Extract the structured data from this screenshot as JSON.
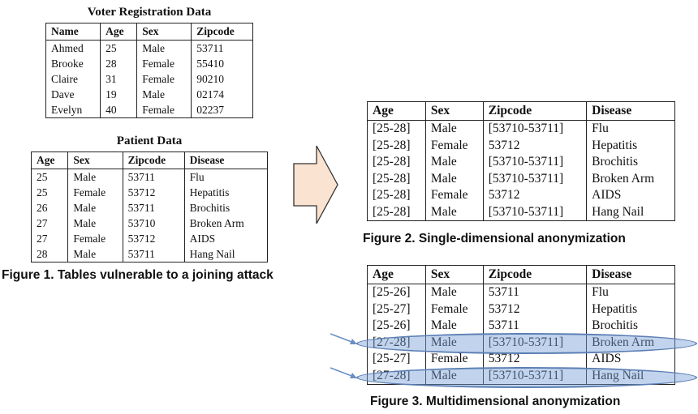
{
  "voter": {
    "title": "Voter Registration Data",
    "headers": [
      "Name",
      "Age",
      "Sex",
      "Zipcode"
    ],
    "rows": [
      [
        "Ahmed",
        "25",
        "Male",
        "53711"
      ],
      [
        "Brooke",
        "28",
        "Female",
        "55410"
      ],
      [
        "Claire",
        "31",
        "Female",
        "90210"
      ],
      [
        "Dave",
        "19",
        "Male",
        "02174"
      ],
      [
        "Evelyn",
        "40",
        "Female",
        "02237"
      ]
    ]
  },
  "patient": {
    "title": "Patient Data",
    "headers": [
      "Age",
      "Sex",
      "Zipcode",
      "Disease"
    ],
    "rows": [
      [
        "25",
        "Male",
        "53711",
        "Flu"
      ],
      [
        "25",
        "Female",
        "53712",
        "Hepatitis"
      ],
      [
        "26",
        "Male",
        "53711",
        "Brochitis"
      ],
      [
        "27",
        "Male",
        "53710",
        "Broken Arm"
      ],
      [
        "27",
        "Female",
        "53712",
        "AIDS"
      ],
      [
        "28",
        "Male",
        "53711",
        "Hang Nail"
      ]
    ]
  },
  "fig1_caption": "Figure 1. Tables vulnerable to a joining attack",
  "single": {
    "headers": [
      "Age",
      "Sex",
      "Zipcode",
      "Disease"
    ],
    "rows": [
      [
        "[25-28]",
        "Male",
        "[53710-53711]",
        "Flu"
      ],
      [
        "[25-28]",
        "Female",
        "53712",
        "Hepatitis"
      ],
      [
        "[25-28]",
        "Male",
        "[53710-53711]",
        "Brochitis"
      ],
      [
        "[25-28]",
        "Male",
        "[53710-53711]",
        "Broken Arm"
      ],
      [
        "[25-28]",
        "Female",
        "53712",
        "AIDS"
      ],
      [
        "[25-28]",
        "Male",
        "[53710-53711]",
        "Hang Nail"
      ]
    ],
    "caption": "Figure 2. Single-dimensional anonymization"
  },
  "multi": {
    "headers": [
      "Age",
      "Sex",
      "Zipcode",
      "Disease"
    ],
    "rows": [
      [
        "[25-26]",
        "Male",
        "53711",
        "Flu"
      ],
      [
        "[25-27]",
        "Female",
        "53712",
        "Hepatitis"
      ],
      [
        "[25-26]",
        "Male",
        "53711",
        "Brochitis"
      ],
      [
        "[27-28]",
        "Male",
        "[53710-53711]",
        "Broken Arm"
      ],
      [
        "[25-27]",
        "Female",
        "53712",
        "AIDS"
      ],
      [
        "[27-28]",
        "Male",
        "[53710-53711]",
        "Hang Nail"
      ]
    ],
    "highlighted_rows": [
      3,
      5
    ],
    "caption": "Figure 3. Multidimensional anonymization"
  },
  "colors": {
    "arrow_fill": "#fbe3d2",
    "arrow_stroke": "#333333",
    "highlight_fill": "#8fb0dc",
    "highlight_stroke": "#5b7fb4",
    "pointer": "#6b8fc4"
  }
}
